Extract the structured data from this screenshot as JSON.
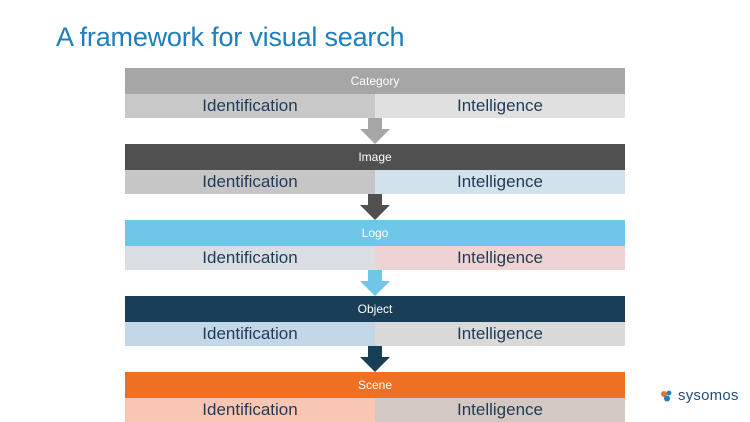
{
  "title": "A framework for visual search",
  "levels": [
    {
      "label": "Category",
      "left": "Identification",
      "right": "Intelligence",
      "header_color": "#a6a6a6",
      "left_color": "#c8c8c8",
      "right_color": "#e0e0e0",
      "arrow_color": "#a6a6a6"
    },
    {
      "label": "Image",
      "left": "Identification",
      "right": "Intelligence",
      "header_color": "#505050",
      "left_color": "#c6c6c6",
      "right_color": "#d2e2ea",
      "arrow_color": "#505050"
    },
    {
      "label": "Logo",
      "left": "Identification",
      "right": "Intelligence",
      "header_color": "#6ec6e8",
      "left_color": "#d9dee2",
      "right_color": "#efd3d3",
      "arrow_color": "#6ec6e8"
    },
    {
      "label": "Object",
      "left": "Identification",
      "right": "Intelligence",
      "header_color": "#183e58",
      "left_color": "#c2d8e8",
      "right_color": "#d9d9d9",
      "arrow_color": "#183e58"
    },
    {
      "label": "Scene",
      "left": "Identification",
      "right": "Intelligence",
      "header_color": "#f07023",
      "left_color": "#f8c6b2",
      "right_color": "#d4c8c2",
      "arrow_color": null
    }
  ],
  "brand": {
    "name": "sysomos",
    "icon": "sysomos-logo-icon"
  }
}
